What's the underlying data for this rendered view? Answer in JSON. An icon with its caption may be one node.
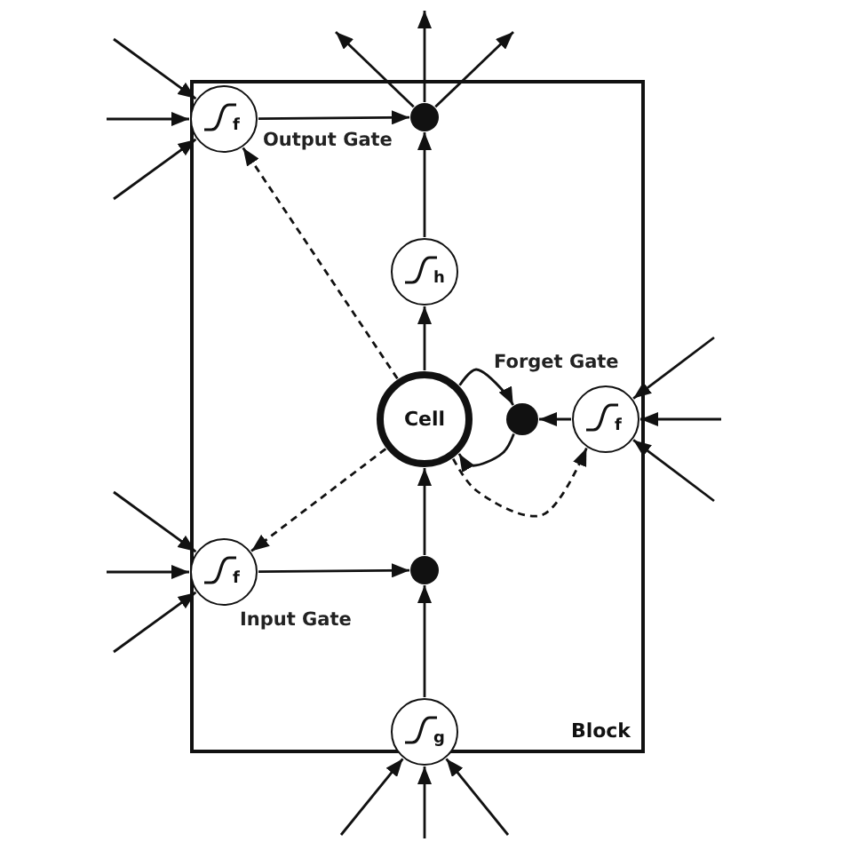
{
  "diagram": {
    "nodes": [
      {
        "text": [
          "Block"
        ]
      },
      {
        "text": [
          "f"
        ],
        "beside": [
          "Output Gate"
        ],
        "in": 0
      },
      {
        "text": [],
        "shape": "circle",
        "in": 0
      },
      {
        "text": [
          "h"
        ],
        "in": 0
      },
      {
        "text": [
          "Cell"
        ],
        "in": 0
      },
      {
        "text": [],
        "shape": "circle",
        "in": 0
      },
      {
        "text": [
          "f"
        ],
        "beside": [
          "Forget Gate"
        ],
        "in": 0
      },
      {
        "text": [
          "f"
        ],
        "beside": [
          "Input Gate"
        ],
        "in": 0
      },
      {
        "text": [],
        "shape": "circle",
        "in": 0
      },
      {
        "text": [
          "g"
        ],
        "in": 0
      }
    ],
    "edges": [
      {
        "from": 1,
        "to": 2,
        "arrow": "to"
      },
      {
        "from": 3,
        "to": 2,
        "arrow": "to"
      },
      {
        "from": 2,
        "to": null,
        "arrow": "to"
      },
      {
        "from": 2,
        "to": null,
        "arrow": "to"
      },
      {
        "from": 2,
        "to": null,
        "arrow": "to"
      },
      {
        "from": null,
        "to": 1,
        "arrow": "to"
      },
      {
        "from": null,
        "to": 1,
        "arrow": "to"
      },
      {
        "from": null,
        "to": 1,
        "arrow": "to"
      },
      {
        "from": 4,
        "to": 3,
        "arrow": "to"
      },
      {
        "from": 4,
        "to": 1,
        "arrow": "to",
        "style": "dashed"
      },
      {
        "from": 4,
        "to": 5,
        "arrow": "to"
      },
      {
        "from": 5,
        "to": 4,
        "arrow": "to"
      },
      {
        "from": 6,
        "to": 5,
        "arrow": "to"
      },
      {
        "from": null,
        "to": 6,
        "arrow": "to"
      },
      {
        "from": null,
        "to": 6,
        "arrow": "to"
      },
      {
        "from": null,
        "to": 6,
        "arrow": "to"
      },
      {
        "from": 4,
        "to": 6,
        "arrow": "to",
        "style": "dashed"
      },
      {
        "from": 4,
        "to": 7,
        "arrow": "to",
        "style": "dashed"
      },
      {
        "from": null,
        "to": 7,
        "arrow": "to"
      },
      {
        "from": null,
        "to": 7,
        "arrow": "to"
      },
      {
        "from": null,
        "to": 7,
        "arrow": "to"
      },
      {
        "from": 7,
        "to": 8,
        "arrow": "to"
      },
      {
        "from": 9,
        "to": 8,
        "arrow": "to"
      },
      {
        "from": 8,
        "to": 4,
        "arrow": "to"
      },
      {
        "from": null,
        "to": 9,
        "arrow": "to"
      },
      {
        "from": null,
        "to": 9,
        "arrow": "to"
      },
      {
        "from": null,
        "to": 9,
        "arrow": "to"
      }
    ]
  }
}
